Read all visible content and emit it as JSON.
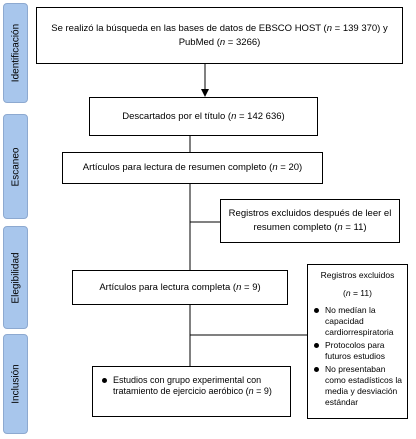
{
  "phases": [
    {
      "id": "identificacion",
      "label": "Identificación"
    },
    {
      "id": "escaneo",
      "label": "Escaneo"
    },
    {
      "id": "elegibilidad",
      "label": "Elegibilidad"
    },
    {
      "id": "inclusion",
      "label": "Inclusión"
    }
  ],
  "boxes": {
    "search": {
      "text_a": "Se realizó la búsqueda en las bases de datos de EBSCO HOST (",
      "n_label": "n",
      "text_b": " = 139 370) y PubMed (",
      "text_c": " = 3266)"
    },
    "discarded": {
      "text_a": "Descartados por el título (",
      "n_label": "n",
      "text_b": " = 142 636)"
    },
    "abstract": {
      "text_a": "Artículos para lectura de resumen completo (",
      "n_label": "n",
      "text_b": " = 20)"
    },
    "excluded_after": {
      "text_a": "Registros excluidos después de leer el resumen completo (",
      "n_label": "n",
      "text_b": " = 11)"
    },
    "fulltext": {
      "text_a": "Artículos para lectura completa (",
      "n_label": "n",
      "text_b": " = 9)"
    },
    "excluded": {
      "title": "Registros excluidos",
      "count_a": "(",
      "n_label": "n",
      "count_b": " = 11)",
      "items": [
        "No medían la capacidad cardiorrespiratoria",
        "Protocolos para futuros estudios",
        "No presentaban como estadísticos la media y desviación estándar"
      ]
    },
    "included": {
      "text": "Estudios con grupo experimental con tratamiento de ejercicio aeróbico (",
      "n_label": "n",
      "text_b": " = 9)"
    }
  }
}
